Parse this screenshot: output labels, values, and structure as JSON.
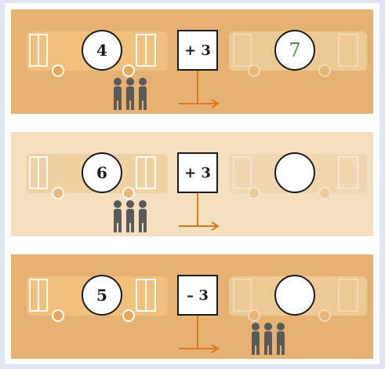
{
  "colors": {
    "panel_dark": "#e5b273",
    "panel_light": "#f4dfbf",
    "bus_color": "#f2c07f",
    "bus_faded": "#efcf9e",
    "arrow_color": "#d97a1e",
    "answer_green": "#3e9b3a"
  },
  "rows": [
    {
      "start": "4",
      "operation": "+ 3",
      "result": "7",
      "people_side": "left"
    },
    {
      "start": "6",
      "operation": "+ 3",
      "result": "",
      "people_side": "left"
    },
    {
      "start": "5",
      "operation": "– 3",
      "result": "",
      "people_side": "right"
    }
  ]
}
